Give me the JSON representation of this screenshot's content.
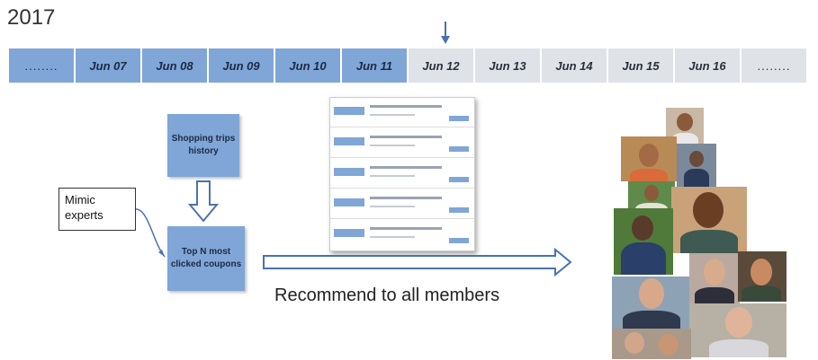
{
  "year": "2017",
  "timeline": {
    "cells": [
      {
        "label": "........",
        "state": "past"
      },
      {
        "label": "Jun 07",
        "state": "past"
      },
      {
        "label": "Jun 08",
        "state": "past"
      },
      {
        "label": "Jun 09",
        "state": "past"
      },
      {
        "label": "Jun 10",
        "state": "past"
      },
      {
        "label": "Jun 11",
        "state": "past"
      },
      {
        "label": "Jun 12",
        "state": "future"
      },
      {
        "label": "Jun 13",
        "state": "future"
      },
      {
        "label": "Jun 14",
        "state": "future"
      },
      {
        "label": "Jun 15",
        "state": "future"
      },
      {
        "label": "Jun 16",
        "state": "future"
      },
      {
        "label": "........",
        "state": "future"
      }
    ],
    "marker_icon": "down-arrow-icon"
  },
  "flow": {
    "history_box": "Shopping trips history",
    "topn_box": "Top N most clicked coupons",
    "mimic_label": "Mimic experts",
    "recommend_label": "Recommend to all members"
  },
  "coupon_list": {
    "rows": 5
  },
  "colors": {
    "accent": "#7fa6d6",
    "future": "#dfe2e6",
    "arrow": "#4a72b0"
  }
}
